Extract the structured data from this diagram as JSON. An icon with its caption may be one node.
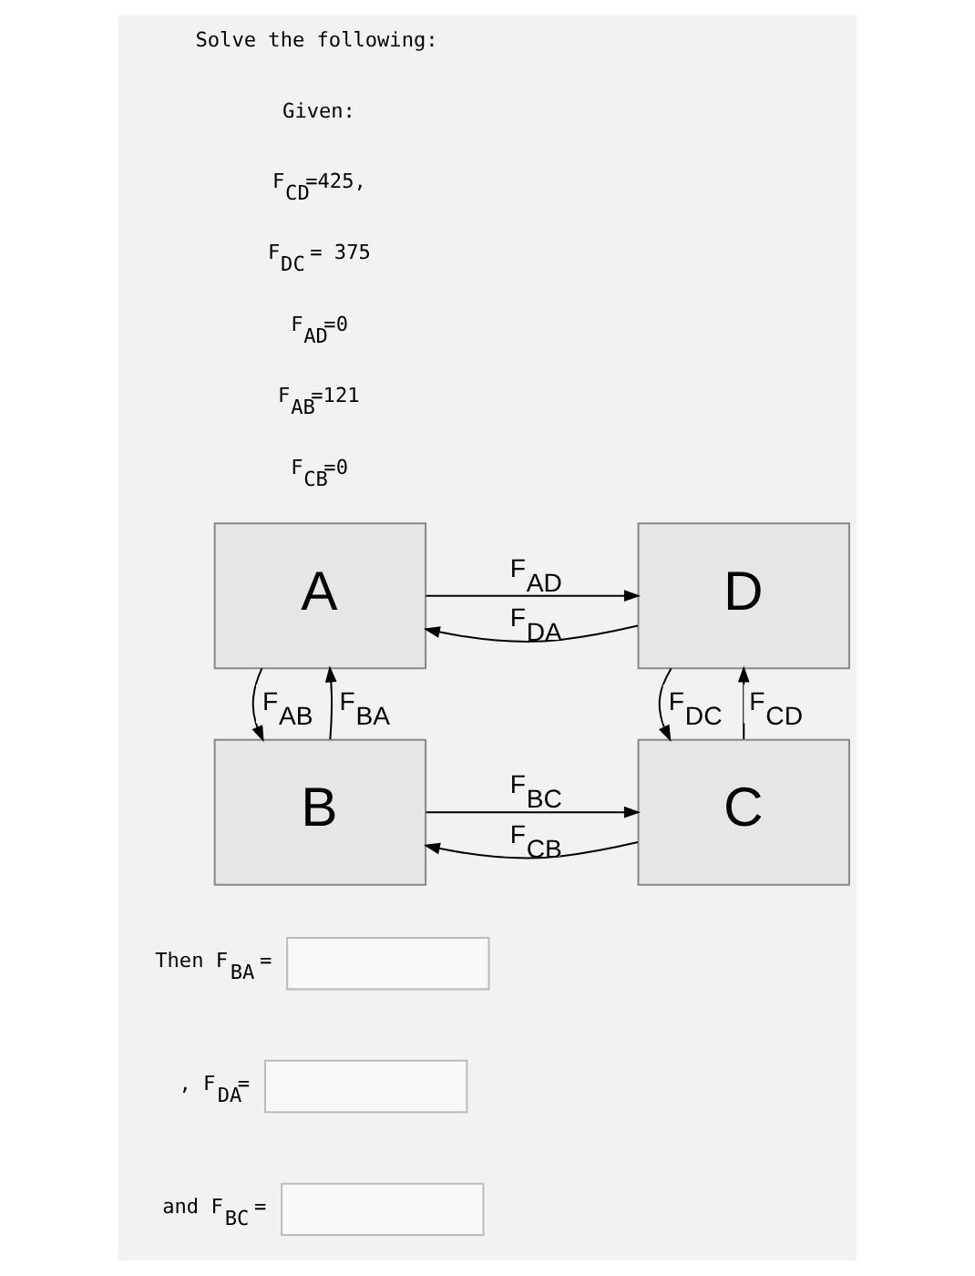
{
  "diagram": {
    "nodes": [
      {
        "text": [
          "A"
        ]
      },
      {
        "text": [
          "D"
        ]
      },
      {
        "text": [
          "B"
        ]
      },
      {
        "text": [
          "C"
        ]
      }
    ],
    "edges": [
      {
        "from": 0,
        "to": 1,
        "arrow": "to",
        "label": "F$_{AD}$"
      },
      {
        "from": 1,
        "to": 0,
        "arrow": "to",
        "label": "F$_{DA}$"
      },
      {
        "from": 0,
        "to": 2,
        "arrow": "to",
        "label": "F$_{AB}$"
      },
      {
        "from": 2,
        "to": 0,
        "arrow": "to",
        "label": "F$_{BA}$"
      },
      {
        "from": 1,
        "to": 3,
        "arrow": "to",
        "label": "F$_{DC}$"
      },
      {
        "from": 3,
        "to": 1,
        "arrow": "to",
        "label": "F$_{CD}$"
      },
      {
        "from": 2,
        "to": 3,
        "arrow": "to",
        "label": "F$_{BC}$"
      },
      {
        "from": 3,
        "to": 2,
        "arrow": "to",
        "label": "F$_{CB}$"
      }
    ],
    "labels": [
      "Solve the following:",
      "Given:",
      "F$_{CD}$=425,",
      "F$_{DC}$ = 375",
      "F$_{AD}$=0",
      "F$_{AB}$=121",
      "F$_{CB}$=0",
      "Then F$_{BA}$ =",
      ", F$_{DA}$=",
      "and F$_{BC}$ ="
    ]
  }
}
